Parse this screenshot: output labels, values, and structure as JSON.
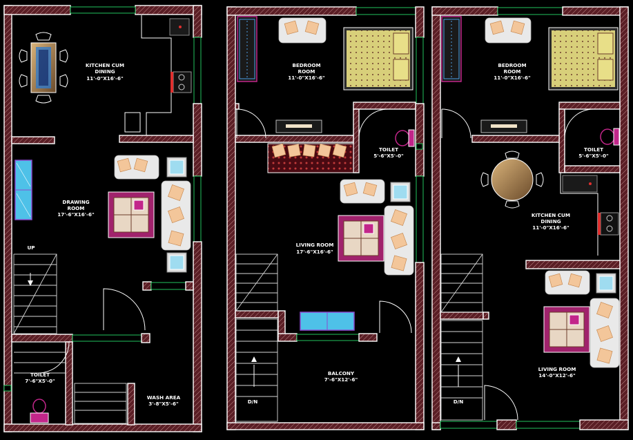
{
  "plans": [
    {
      "rooms": [
        {
          "name": "KITCHEN CUM",
          "name2": "DINING",
          "size": "11'-0\"X16'-6\""
        },
        {
          "name": "DRAWING",
          "name2": "ROOM",
          "size": "17'-6\"X16'-6\""
        },
        {
          "name": "TOILET",
          "size": "7'-6\"X5'-0\""
        },
        {
          "name": "WASH AREA",
          "size": "3'-8\"X5'-6\""
        }
      ],
      "stair_label": "UP"
    },
    {
      "rooms": [
        {
          "name": "BEDROOM",
          "name2": "ROOM",
          "size": "11'-0\"X16'-6\""
        },
        {
          "name": "TOILET",
          "size": "5'-6\"X5'-0\""
        },
        {
          "name": "LIVING ROOM",
          "size": "17'-6\"X16'-6\""
        },
        {
          "name": "BALCONY",
          "size": "7'-6\"X12'-6\""
        }
      ],
      "stair_label": "D/N"
    },
    {
      "rooms": [
        {
          "name": "BEDROOM",
          "name2": "ROOM",
          "size": "11'-0\"X16'-6\""
        },
        {
          "name": "TOILET",
          "size": "5'-6\"X5'-0\""
        },
        {
          "name": "KITCHEN CUM",
          "name2": "DINING",
          "size": "11'-0\"X16'-6\""
        },
        {
          "name": "LIVING ROOM",
          "size": "14'-0\"X12'-6\""
        }
      ],
      "stair_label": "D/N"
    }
  ],
  "colors": {
    "wall": "#5a1e25",
    "window": "#22c55e",
    "furniture_accent": "#a0226c",
    "sofa": "#e9e9e9",
    "cushion": "#f3c69a",
    "bed": "#d8cf7a"
  }
}
